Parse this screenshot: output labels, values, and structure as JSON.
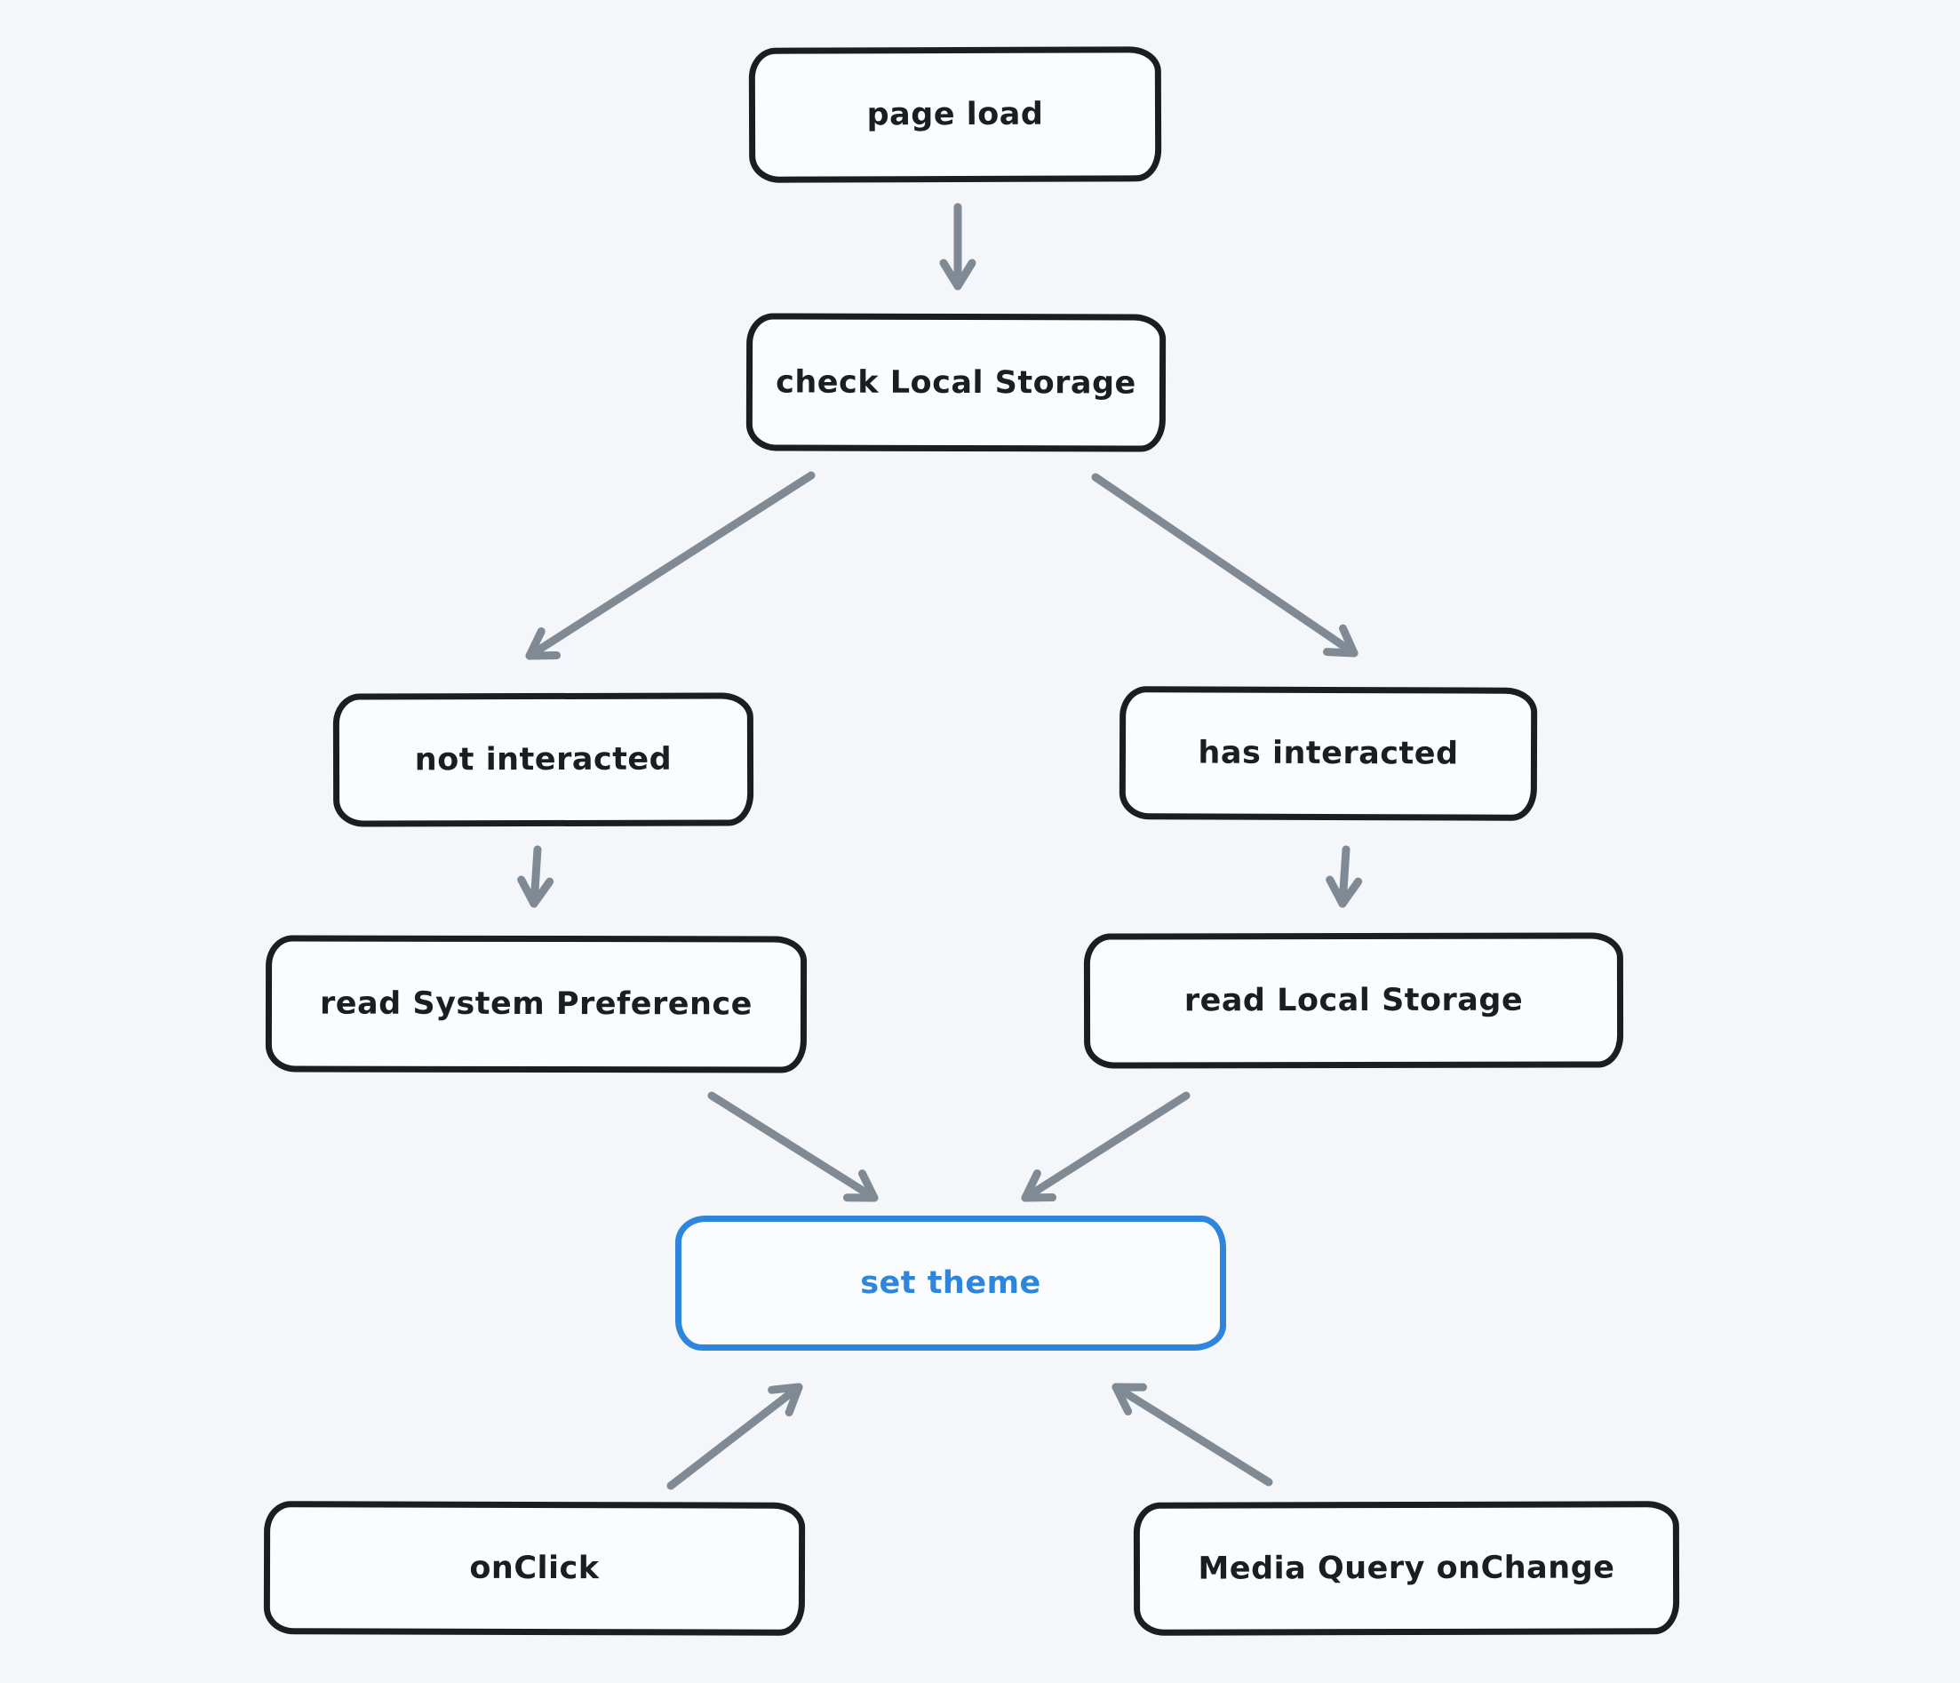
{
  "diagram": {
    "type": "flowchart",
    "colors": {
      "canvas_background": "#f5f6f9",
      "node_border": "#1b1d21",
      "node_fill": "#fbfcfe",
      "node_text": "#1b1d21",
      "accent_blue": "#2d86db",
      "arrow_gray": "#7f8a95"
    },
    "nodes": [
      {
        "id": "page-load",
        "label": "page load"
      },
      {
        "id": "check-local-storage",
        "label": "check Local Storage"
      },
      {
        "id": "not-interacted",
        "label": "not interacted"
      },
      {
        "id": "has-interacted",
        "label": "has interacted"
      },
      {
        "id": "read-system-preference",
        "label": "read System Preference"
      },
      {
        "id": "read-local-storage",
        "label": "read Local Storage"
      },
      {
        "id": "set-theme",
        "label": "set theme",
        "accent": "#2d86db"
      },
      {
        "id": "onclick",
        "label": "onClick"
      },
      {
        "id": "media-query-onchange",
        "label": "Media Query onChange"
      }
    ],
    "edges": [
      {
        "from": "page load",
        "to": "check Local Storage"
      },
      {
        "from": "check Local Storage",
        "to": "not interacted"
      },
      {
        "from": "check Local Storage",
        "to": "has interacted"
      },
      {
        "from": "not interacted",
        "to": "read System Preference"
      },
      {
        "from": "has interacted",
        "to": "read Local Storage"
      },
      {
        "from": "read System Preference",
        "to": "set theme"
      },
      {
        "from": "read Local Storage",
        "to": "set theme"
      },
      {
        "from": "onClick",
        "to": "set theme"
      },
      {
        "from": "Media Query onChange",
        "to": "set theme"
      }
    ]
  }
}
